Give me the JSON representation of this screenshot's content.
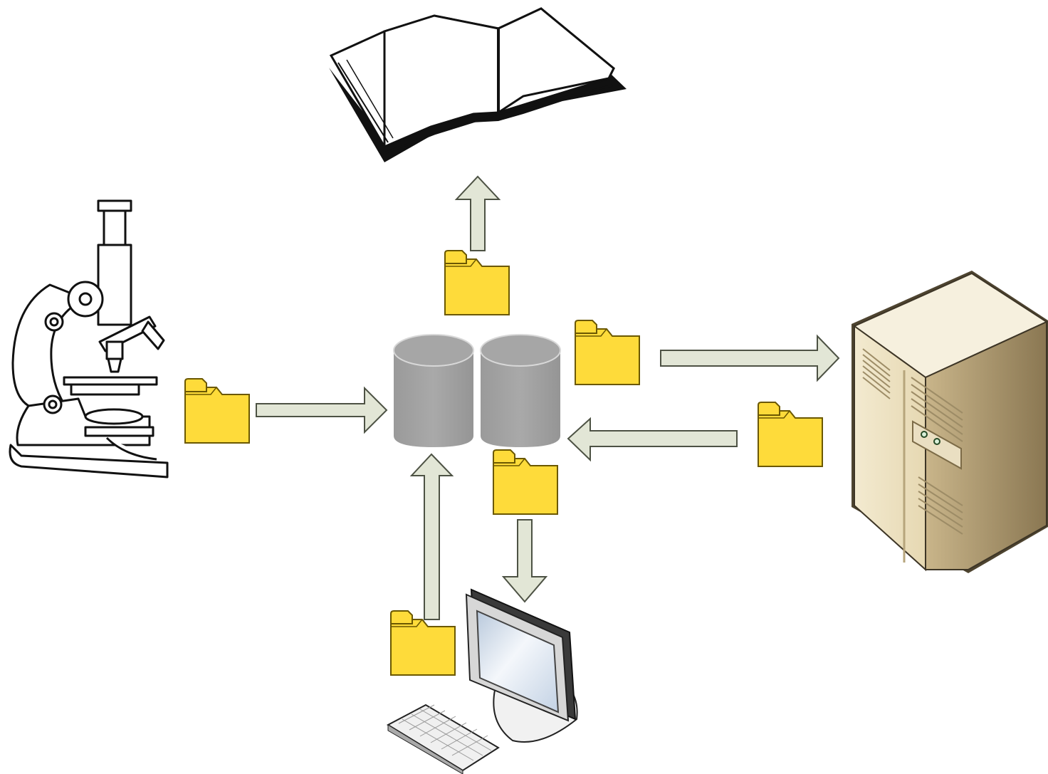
{
  "diagram": {
    "nodes": [
      {
        "id": "microscope",
        "icon": "microscope-icon"
      },
      {
        "id": "book",
        "icon": "book-icon"
      },
      {
        "id": "database",
        "icon": "database-icon"
      },
      {
        "id": "server",
        "icon": "server-icon"
      },
      {
        "id": "workstation",
        "icon": "computer-icon"
      }
    ],
    "flows": [
      {
        "from": "microscope",
        "to": "database",
        "payload": "folder-icon"
      },
      {
        "from": "database",
        "to": "book",
        "payload": "folder-icon"
      },
      {
        "from": "database",
        "to": "server",
        "payload": "folder-icon"
      },
      {
        "from": "server",
        "to": "database",
        "payload": "folder-icon"
      },
      {
        "from": "database",
        "to": "workstation",
        "payload": "folder-icon"
      },
      {
        "from": "workstation",
        "to": "database",
        "payload": "folder-icon"
      }
    ]
  },
  "colors": {
    "arrow_fill": "#e2e6d6",
    "arrow_stroke": "#4d5244",
    "folder_fill": "#fedb3a",
    "folder_stroke": "#6b5800",
    "database_fill": "#a3a3a3",
    "server_fill": "#efe5c8",
    "monitor_screen": "#dbe6f2"
  }
}
